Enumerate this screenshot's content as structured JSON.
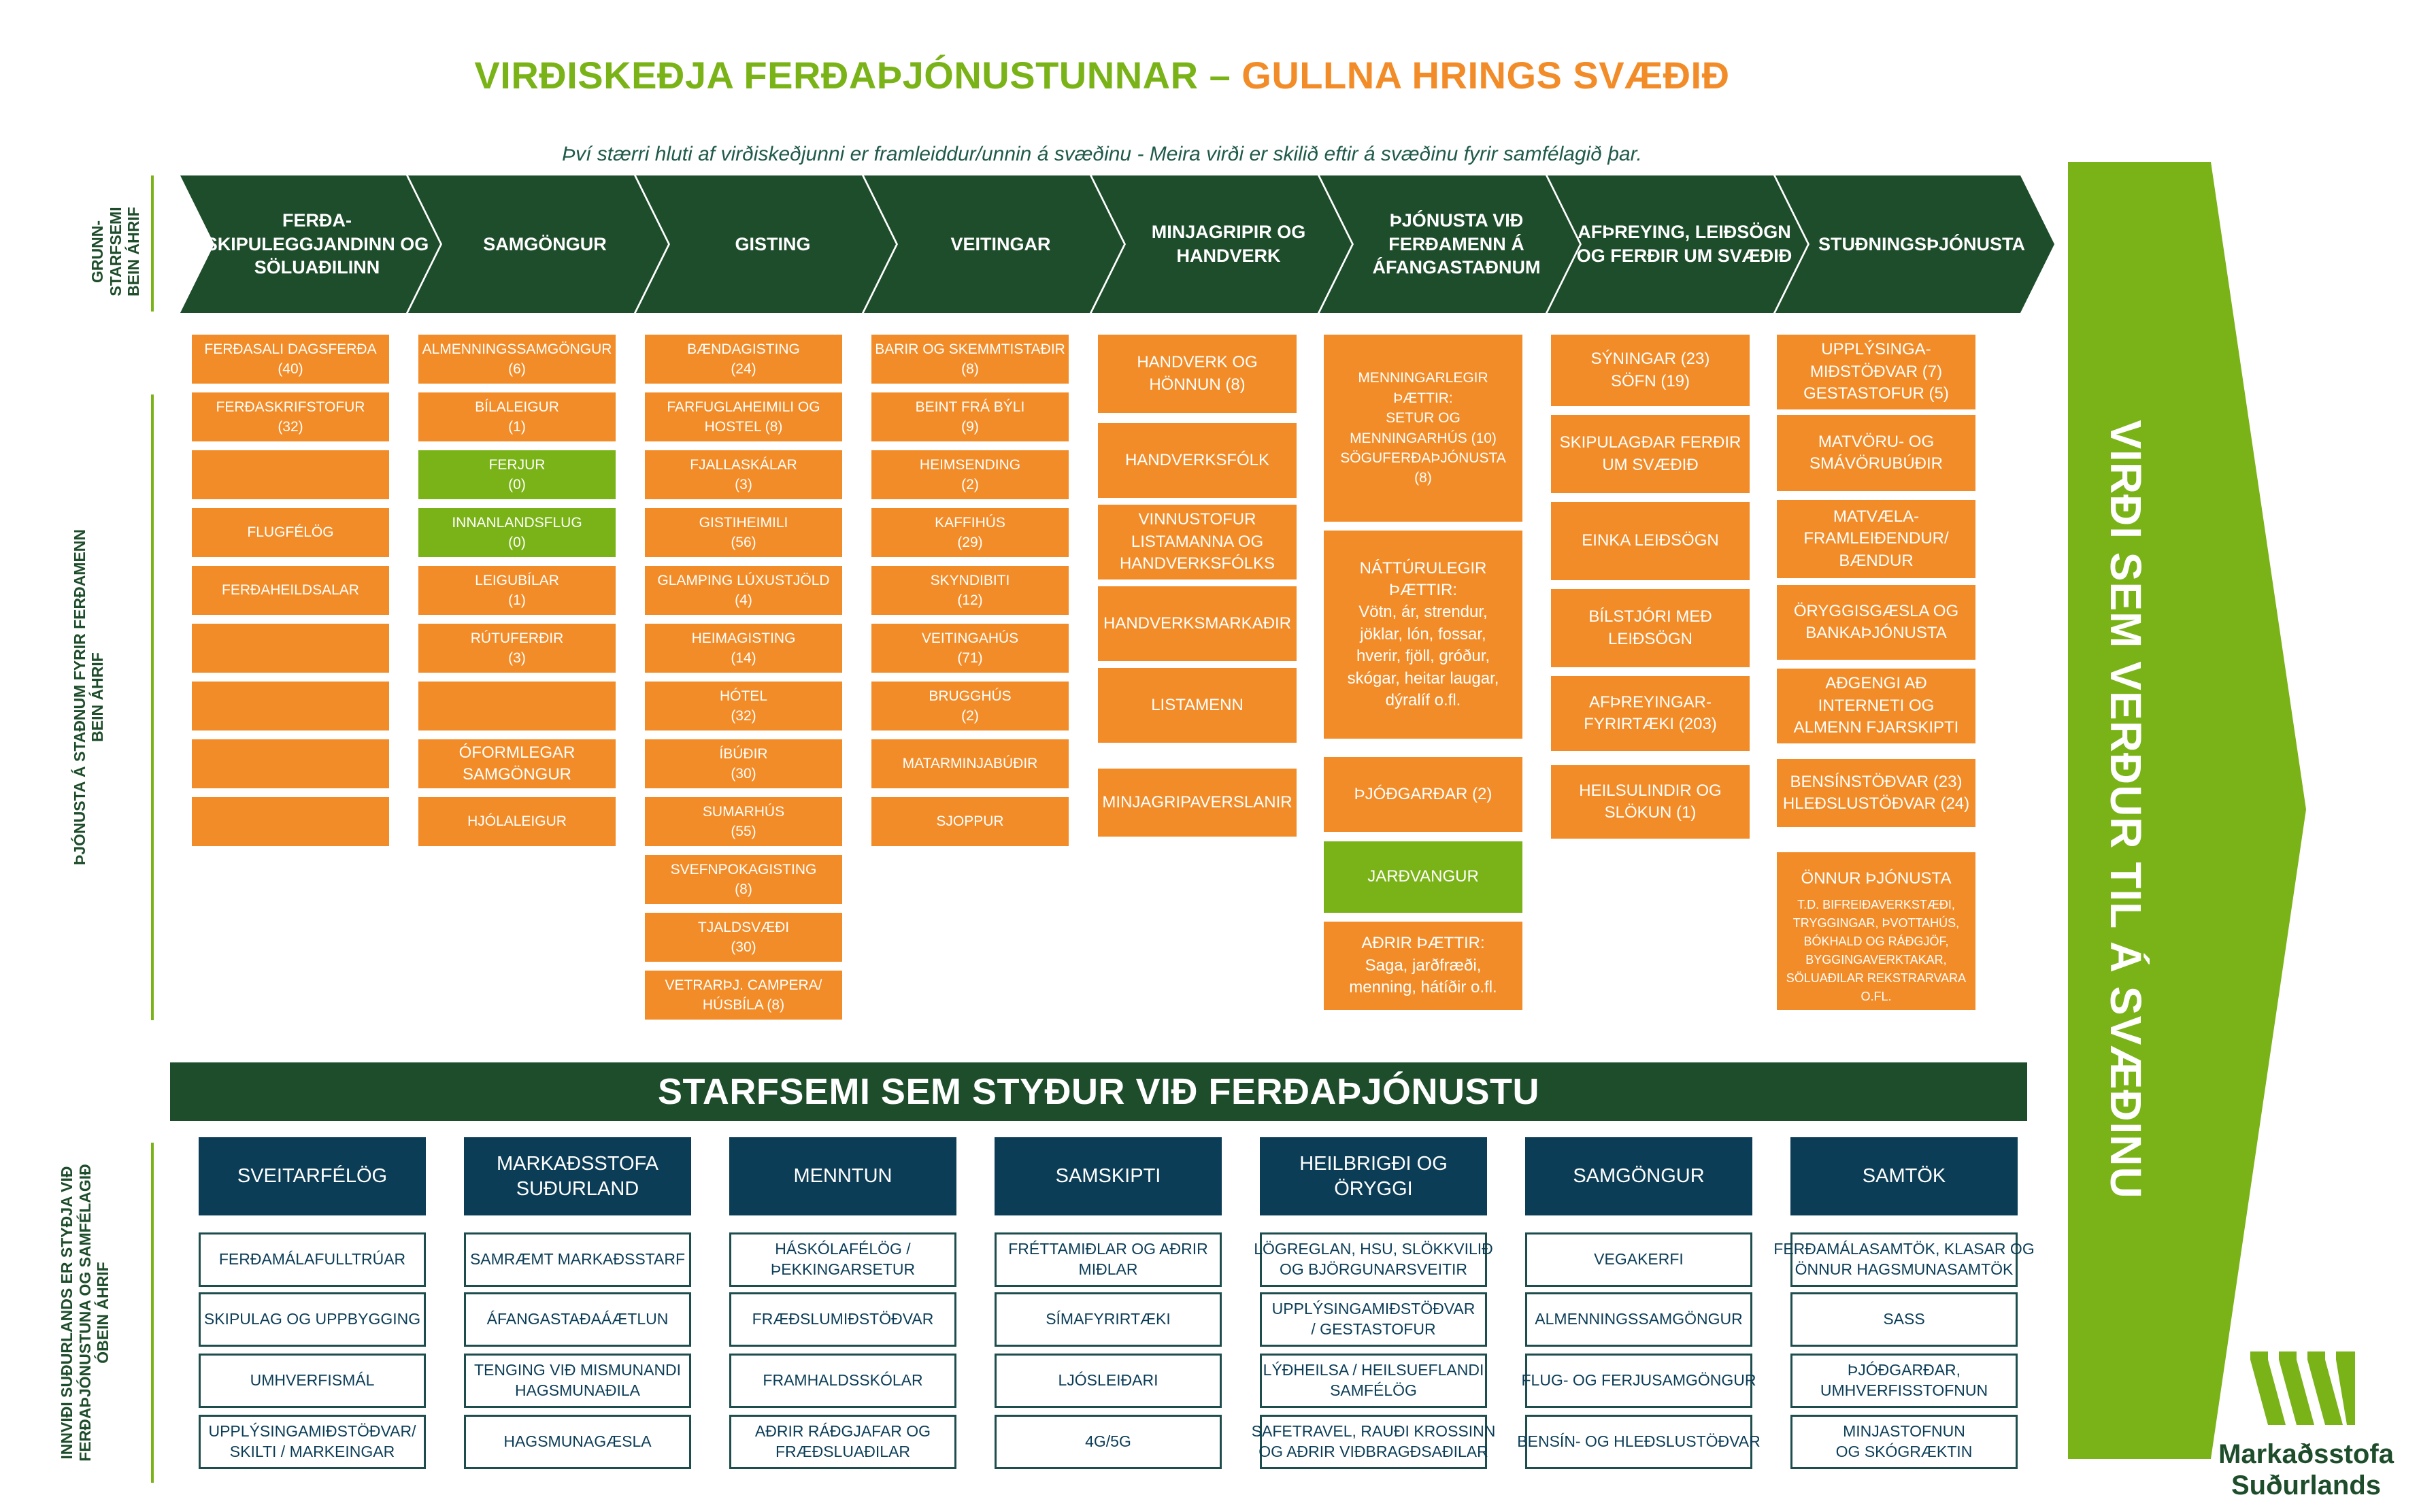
{
  "header": {
    "title_part1": "VIRÐISKEÐJA FERÐAÞJÓNUSTUNNAR –",
    "title_part2": "GULLNA HRINGS SVÆÐIÐ",
    "subtitle": "Því stærri hluti af virðiskeðjunni er framleiddur/unnin á svæðinu - Meira virði er skilið eftir á svæðinu fyrir samfélagið þar."
  },
  "side_labels": {
    "core": "GRUNN-\nSTARFSEMI\nBEIN ÁHRIF",
    "services": "ÞJÓNUSTA Á STAÐNUM FYRIR FERÐAMENN\nBEIN ÁHRIF",
    "support": "INNVIÐI SUÐURLANDS ER STYÐJA VIÐ\nFERÐAÞJÓNUSTUNA OG SAMFÉLAGIÐ\nÓBEIN ÁHRIF"
  },
  "chain": [
    "FERÐA-\nSKIPULEGGJANDINN OG\nSÖLUAÐILINN",
    "SAMGÖNGUR",
    "GISTING",
    "VEITINGAR",
    "MINJAGRIPIR OG\nHANDVERK",
    "ÞJÓNUSTA VIÐ\nFERÐAMENN Á\nÁFANGASTAÐNUM",
    "AFÞREYING, LEIÐSÖGN\nOG FERÐIR UM SVÆÐIÐ",
    "STUÐNINGSÞJÓNUSTA"
  ],
  "columns": {
    "c1": [
      "FERÐASALI DAGSFERÐA\n(40)",
      "FERÐASKRIFSTOFUR\n(32)",
      "",
      "FLUGFÉLÖG",
      "FERÐAHEILDSALAR",
      "",
      "",
      "",
      ""
    ],
    "c2": [
      "ALMENNINGSSAMGÖNGUR\n(6)",
      "BÍLALEIGUR\n(1)",
      "FERJUR\n(0)",
      "INNANLANDSFLUG\n(0)",
      "LEIGUBÍLAR\n(1)",
      "RÚTUFERÐIR\n(3)",
      "",
      "ÓFORMLEGAR\nSAMGÖNGUR",
      "HJÓLALEIGUR"
    ],
    "c3": [
      "BÆNDAGISTING\n(24)",
      "FARFUGLAHEIMILI OG\nHOSTEL (8)",
      "FJALLASKÁLAR\n(3)",
      "GISTIHEIMILI\n(56)",
      "GLAMPING LÚXUSTJÖLD\n(4)",
      "HEIMAGISTING\n(14)",
      "HÓTEL\n(32)",
      "ÍBÚÐIR\n(30)",
      "SUMARHÚS\n(55)",
      "SVEFNPOKAGISTING\n(8)",
      "TJALDSVÆÐI\n(30)",
      "VETRARÞJ. CAMPERA/\nHÚSBÍLA (8)"
    ],
    "c4": [
      "BARIR OG SKEMMTISTAÐIR\n(8)",
      "BEINT FRÁ BÝLI\n(9)",
      "HEIMSENDING\n(2)",
      "KAFFIHÚS\n(29)",
      "SKYNDIBITI\n(12)",
      "VEITINGAHÚS\n(71)",
      "BRUGGHÚS\n(2)",
      "MATARMINJABÚÐIR",
      "SJOPPUR"
    ],
    "c5": [
      "HANDVERK OG\nHÖNNUN (8)",
      "HANDVERKSFÓLK",
      "VINNUSTOFUR\nLISTAMANNA OG\nHANDVERKSFÓLKS",
      "HANDVERKSMARKAÐIR",
      "LISTAMENN",
      "MINJAGRIPAVERSLANIR"
    ],
    "c6": [
      "MENNINGARLEGIR\nÞÆTTIR:\nSETUR OG\nMENNINGARHÚS (10)\nSÖGUFERÐAÞJÓNUSTA\n(8)",
      "NÁTTÚRULEGIR\nÞÆTTIR:\nVötn, ár, strendur,\njöklar, lón, fossar,\nhverir, fjöll, gróður,\nskógar, heitar laugar,\ndýralíf o.fl.",
      "ÞJÓÐGARÐAR (2)",
      "JARÐVANGUR",
      "AÐRIR ÞÆTTIR:\nSaga, jarðfræði,\nmenning, hátíðir o.fl."
    ],
    "c7": [
      "SÝNINGAR (23)\nSÖFN (19)",
      "SKIPULAGÐAR FERÐIR\nUM SVÆÐIÐ",
      "EINKA LEIÐSÖGN",
      "BÍLSTJÓRI MEÐ\nLEIÐSÖGN",
      "AFÞREYINGAR-\nFYRIRTÆKI (203)",
      "HEILSULINDIR OG\nSLÖKUN (1)"
    ],
    "c8": [
      "UPPLÝSINGA-\nMIÐSTÖÐVAR (7)\nGESTASTOFUR (5)",
      "MATVÖRU- OG\nSMÁVÖRUBÚÐIR",
      "MATVÆLA-\nFRAMLEIÐENDUR/\nBÆNDUR",
      "ÖRYGGISGÆSLA OG\nBANKAÞJÓNUSTA",
      "AÐGENGI AÐ\nINTERNETI OG\nALMENN FJARSKIPTI",
      "BENSÍNSTÖÐVAR (23)\nHLEÐSLUSTÖÐVAR (24)",
      "ÖNNUR ÞJÓNUSTA",
      "T.D. BIFREIÐAVERKSTÆÐI,\nTRYGGINGAR, ÞVOTTAHÚS,\nBÓKHALD OG RÁÐGJÖF,\nBYGGINGAVERKTAKAR,\nSÖLUAÐILAR REKSTRARVARA\nO.FL."
    ]
  },
  "support_band": "STARFSEMI SEM STYÐUR VIÐ FERÐAÞJÓNUSTU",
  "support": [
    {
      "head": "SVEITARFÉLÖG",
      "items": [
        "FERÐAMÁLAFULLTRÚAR",
        "SKIPULAG OG UPPBYGGING",
        "UMHVERFISMÁL",
        "UPPLÝSINGAMIÐSTÖÐVAR/\nSKILTI / MARKEINGAR"
      ]
    },
    {
      "head": "MARKAÐSSTOFA\nSUÐURLAND",
      "items": [
        "SAMRÆMT MARKAÐSSTARF",
        "ÁFANGASTAÐAÁÆTLUN",
        "TENGING VIÐ MISMUNANDI\nHAGSMUNAÐILA",
        "HAGSMUNAGÆSLA"
      ]
    },
    {
      "head": "MENNTUN",
      "items": [
        "HÁSKÓLAFÉLÖG /\nÞEKKINGARSETUR",
        "FRÆÐSLUMIÐSTÖÐVAR",
        "FRAMHALDSSKÓLAR",
        "AÐRIR RÁÐGJAFAR OG\nFRÆÐSLUAÐILAR"
      ]
    },
    {
      "head": "SAMSKIPTI",
      "items": [
        "FRÉTTAMIÐLAR OG AÐRIR\nMIÐLAR",
        "SÍMAFYRIRTÆKI",
        "LJÓSLEIÐARI",
        "4G/5G"
      ]
    },
    {
      "head": "HEILBRIGÐI OG\nÖRYGGI",
      "items": [
        "LÖGREGLAN, HSU, SLÖKKVILIÐ\nOG BJÖRGUNARSVEITIR",
        "UPPLÝSINGAMIÐSTÖÐVAR\n/ GESTASTOFUR",
        "LÝÐHEILSA / HEILSUEFLANDI\nSAMFÉLÖG",
        "SAFETRAVEL, RAUÐI KROSSINN\nOG AÐRIR VIÐBRAGÐSAÐILAR"
      ]
    },
    {
      "head": "SAMGÖNGUR",
      "items": [
        "VEGAKERFI",
        "ALMENNINGSSAMGÖNGUR",
        "FLUG- OG FERJUSAMGÖNGUR",
        "BENSÍN- OG HLEÐSLUSTÖÐVAR"
      ]
    },
    {
      "head": "SAMTÖK",
      "items": [
        "FERÐAMÁLASAMTÖK, KLASAR OG\nÖNNUR HAGSMUNASAMTÖK",
        "SASS",
        "ÞJÓÐGARÐAR,\nUMHVERFISSTOFNUN",
        "MINJASTOFNUN\nOG SKÓGRÆKTIN"
      ]
    }
  ],
  "big_arrow": "VIRÐI SEM VERÐUR TIL Á SVÆÐINU",
  "logo": {
    "line1": "Markaðsstofa",
    "line2": "Suðurlands"
  },
  "colors": {
    "orange": "#f28c28",
    "green": "#7ab317",
    "dark_green": "#1e4d2b",
    "navy": "#0b3d57"
  }
}
